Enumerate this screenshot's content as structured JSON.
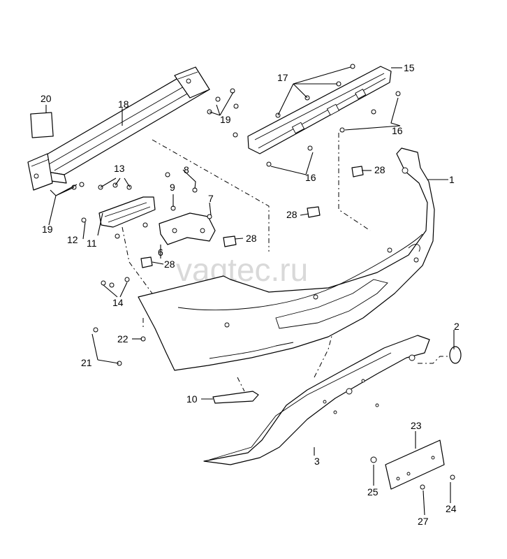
{
  "watermark": "vagtec.ru",
  "callouts": {
    "c1": "1",
    "c2": "2",
    "c3": "3",
    "c6": "6",
    "c7": "7",
    "c8": "8",
    "c9": "9",
    "c10": "10",
    "c11": "11",
    "c12": "12",
    "c13": "13",
    "c14": "14",
    "c15": "15",
    "c16a": "16",
    "c16b": "16",
    "c17": "17",
    "c18": "18",
    "c19a": "19",
    "c19b": "19",
    "c20": "20",
    "c21": "21",
    "c22": "22",
    "c23": "23",
    "c24": "24",
    "c25": "25",
    "c27": "27",
    "c28a": "28",
    "c28b": "28",
    "c28c": "28",
    "c28d": "28"
  }
}
